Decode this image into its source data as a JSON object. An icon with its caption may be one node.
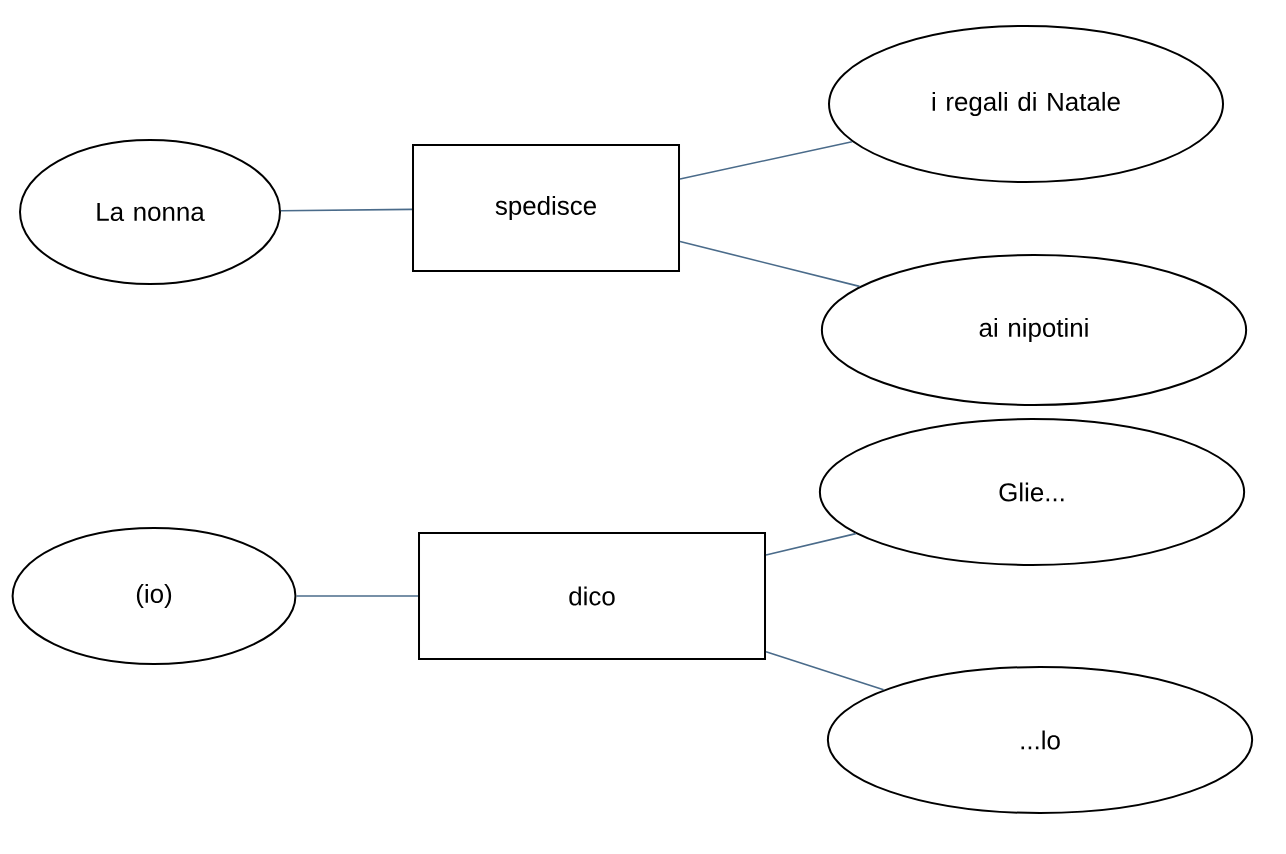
{
  "diagram": {
    "nodes": [
      {
        "text": [
          "La nonna"
        ]
      },
      {
        "text": [
          "spedisce"
        ]
      },
      {
        "text": [
          "i regali di Natale"
        ]
      },
      {
        "text": [
          "ai nipotini"
        ]
      },
      {
        "text": [
          "(io)"
        ]
      },
      {
        "text": [
          "dico"
        ]
      },
      {
        "text": [
          "Glie..."
        ]
      },
      {
        "text": [
          "...lo"
        ]
      }
    ],
    "edges": [
      {
        "from": 0,
        "to": 1,
        "arrow": "none"
      },
      {
        "from": 1,
        "to": 2,
        "arrow": "none"
      },
      {
        "from": 1,
        "to": 3,
        "arrow": "none"
      },
      {
        "from": 4,
        "to": 5,
        "arrow": "none"
      },
      {
        "from": 5,
        "to": 6,
        "arrow": "none"
      },
      {
        "from": 5,
        "to": 7,
        "arrow": "none"
      }
    ]
  }
}
